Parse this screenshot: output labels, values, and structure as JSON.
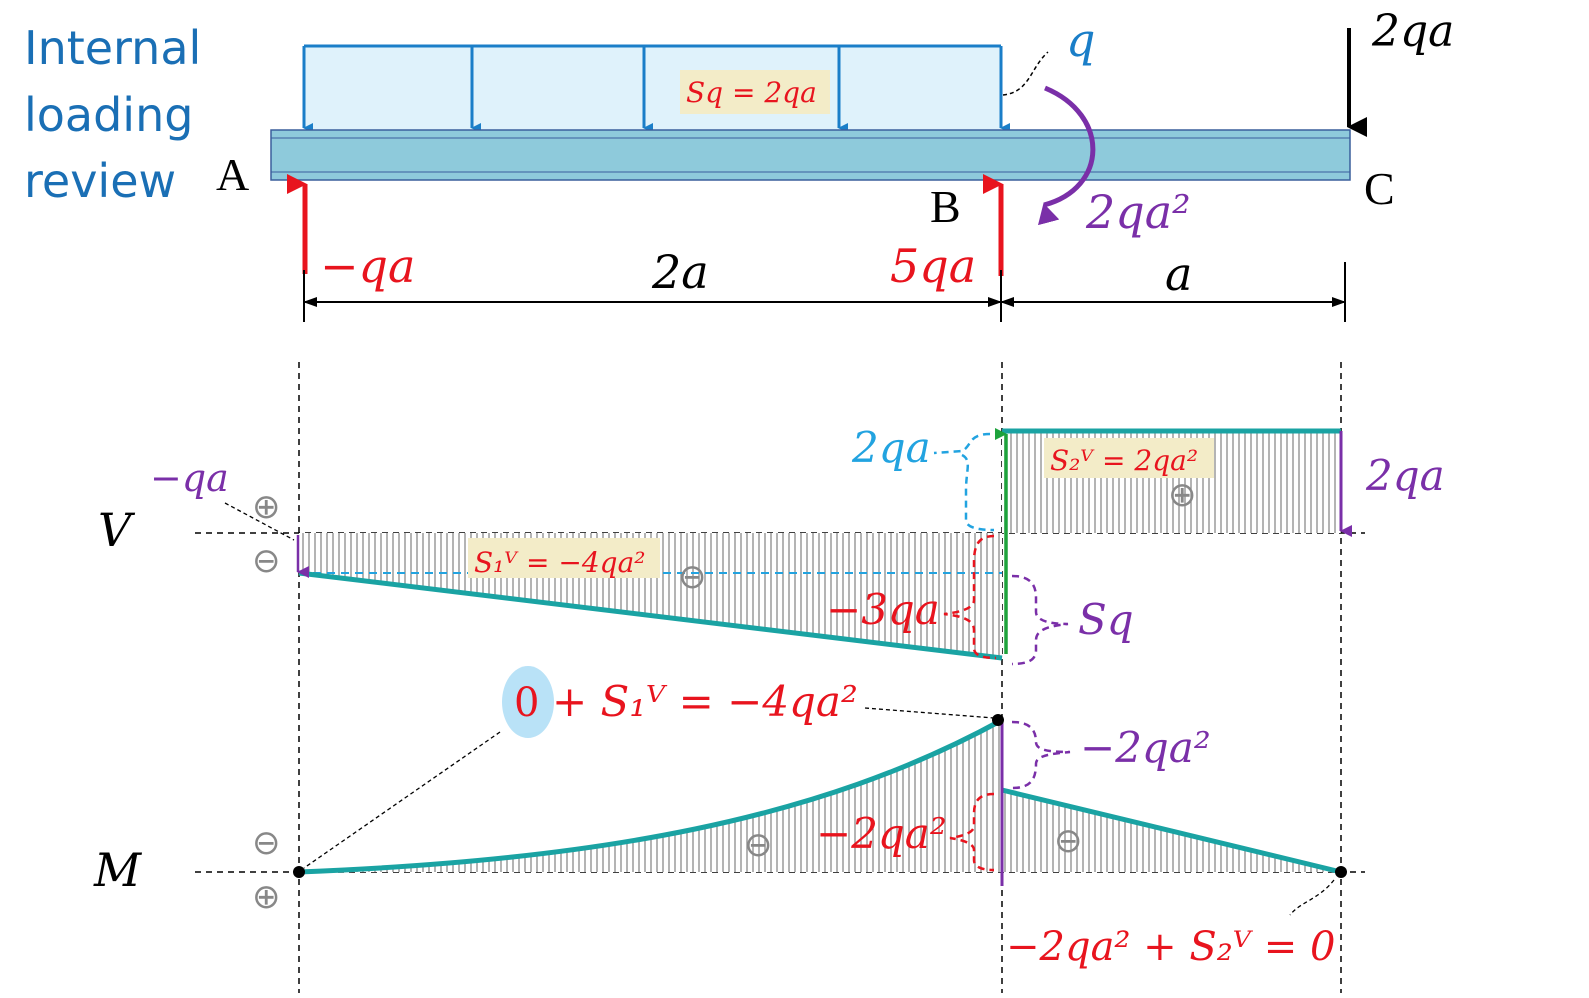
{
  "title": {
    "line1": "Internal",
    "line2": "loading",
    "line3": "review"
  },
  "points": {
    "A": "A",
    "B": "B",
    "C": "C"
  },
  "loads": {
    "distributed": "q",
    "area_label": "Sq = 2qa",
    "force_C": "2qa",
    "moment_B": "2qa²",
    "reaction_A": "−qa",
    "reaction_B": "5qa"
  },
  "dims": {
    "AB": "2a",
    "BC": "a"
  },
  "axes": {
    "V": "V",
    "M": "M"
  },
  "shear": {
    "start_jump": "−qa",
    "S1": "S₁ⱽ = −4qa²",
    "S2": "S₂ⱽ = 2qa²",
    "jump_up": "2qa",
    "jump_down_C": "2qa",
    "drop": "−3qa",
    "Sq": "Sq"
  },
  "moment": {
    "zero": "0",
    "eq_B": "+ S₁ⱽ = −4qa²",
    "jump_B": "−2qa²",
    "inner_B": "−2qa²",
    "eq_C": "−2qa² + S₂ⱽ = 0"
  },
  "signs": {
    "plus": "⊕",
    "minus": "⊖"
  },
  "colors": {
    "title": "#1a6fb5",
    "beam": "#8ecadb",
    "load_fill": "#dff2fb",
    "load_line": "#1a7ec8",
    "reaction": "#e8141e",
    "moment": "#7a2fa8",
    "curve": "#1aa3a3",
    "highlight": "#f3ecc8",
    "zero_bubble": "#b9e2f7"
  }
}
